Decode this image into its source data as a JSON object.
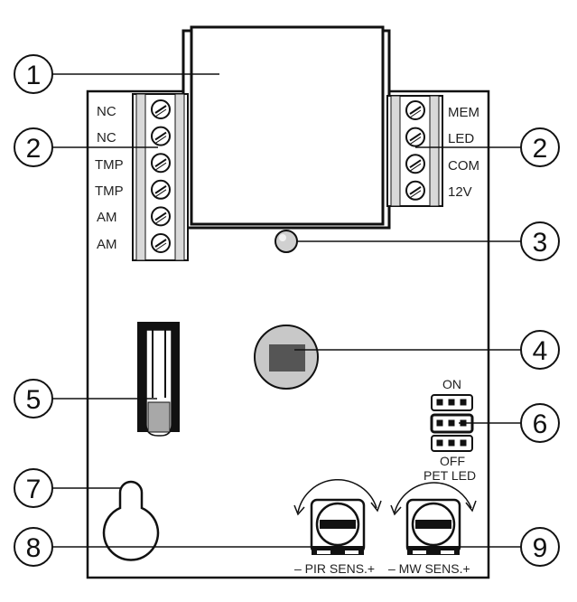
{
  "left_terminal_labels": [
    "NC",
    "NC",
    "TMP",
    "TMP",
    "AM",
    "AM"
  ],
  "right_terminal_labels": [
    "MEM",
    "LED",
    "COM",
    "12V"
  ],
  "callouts": [
    "1",
    "2",
    "2",
    "3",
    "4",
    "5",
    "6",
    "7",
    "8",
    "9"
  ],
  "jumper": {
    "on_label": "ON",
    "off_label": "OFF",
    "name_label": "PET LED"
  },
  "pir_sens_label": "– PIR SENS.+",
  "mw_sens_label": "– MW SENS.+",
  "colors": {
    "stroke": "#111111",
    "terminal_fill": "#d9d9d9",
    "sensor_fill": "#c8c8c8",
    "sensor_core": "#555555"
  }
}
